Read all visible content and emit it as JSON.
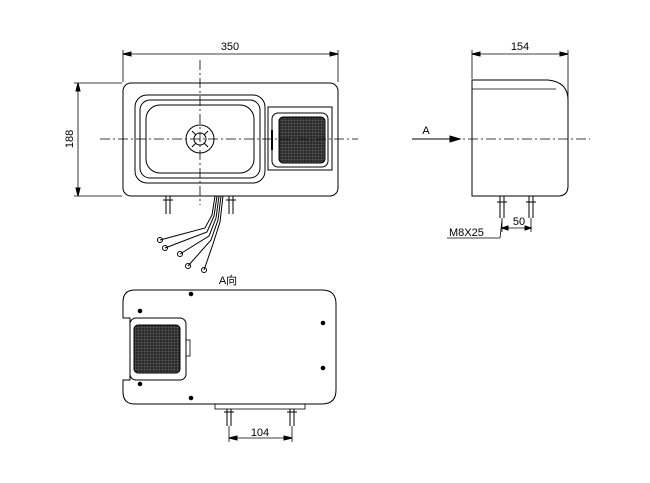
{
  "front_view": {
    "width_label": "350",
    "height_label": "188"
  },
  "side_view": {
    "depth_label": "154",
    "arrow_label": "A",
    "bolt_label": "M8X25",
    "stud_spacing_label": "50"
  },
  "bottom_view": {
    "view_label": "A向",
    "stud_spacing_label": "104"
  },
  "colors": {
    "line": "#000000",
    "background": "#ffffff"
  }
}
